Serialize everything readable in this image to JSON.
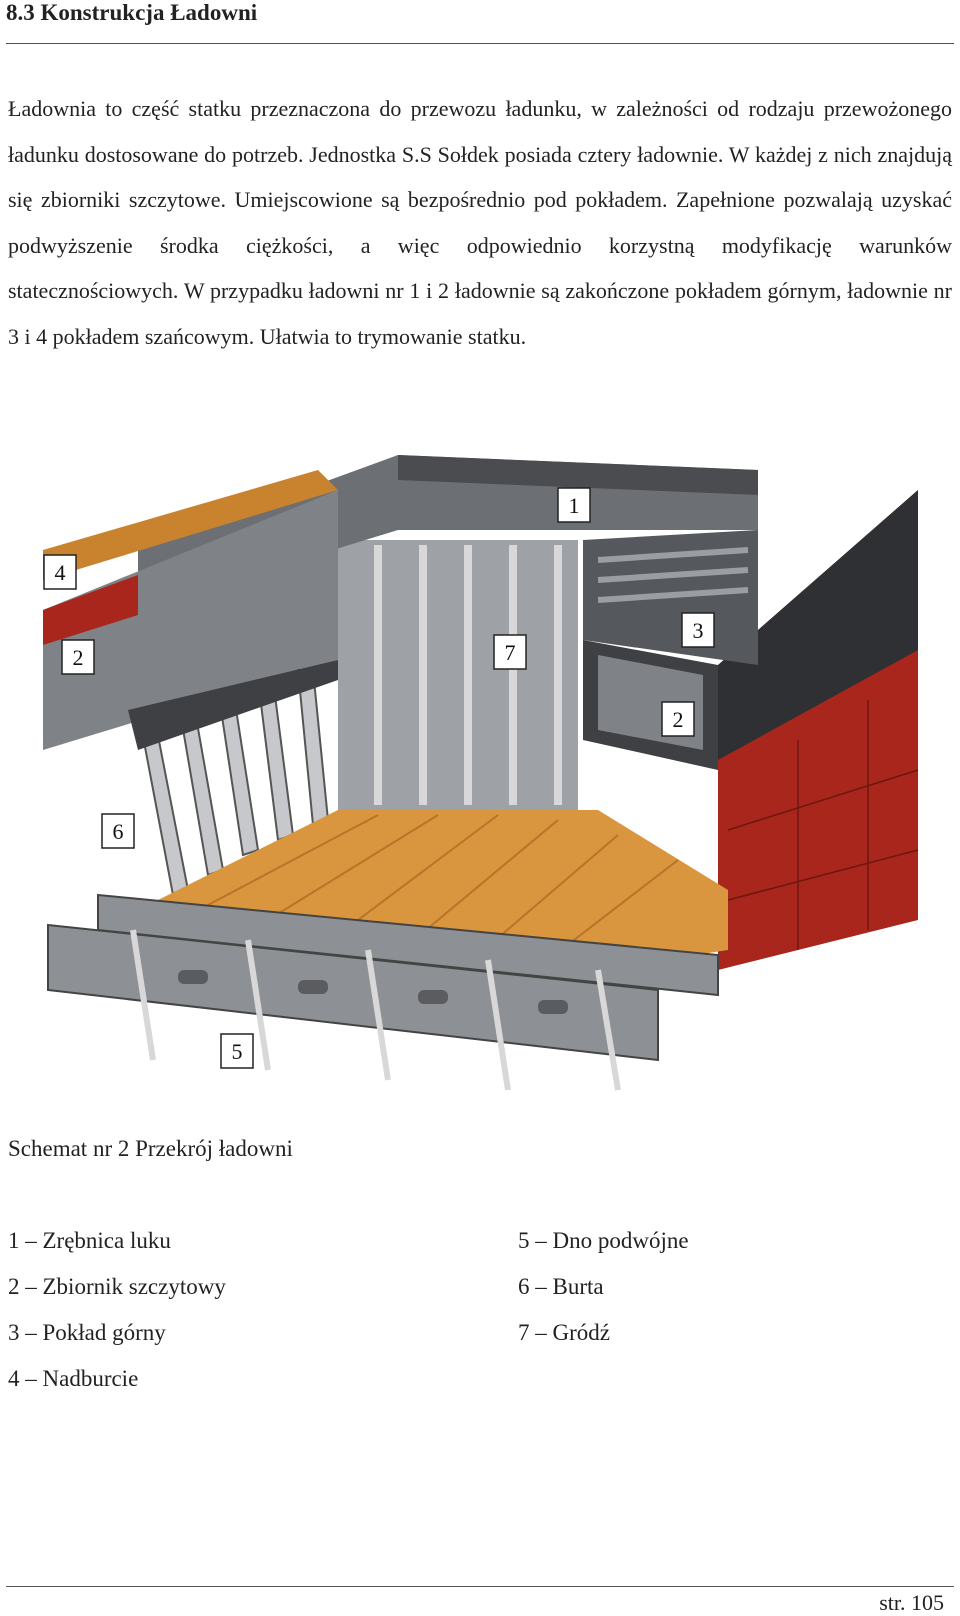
{
  "heading": "8.3 Konstrukcja Ładowni",
  "paragraph": "Ładownia to część statku przeznaczona do przewozu ładunku, w zależności od rodzaju przewożonego ładunku dostosowane do potrzeb. Jednostka S.S Sołdek posiada cztery ładownie. W każdej z nich znajdują się zbiorniki szczytowe. Umiejscowione są bezpośrednio pod pokładem. Zapełnione pozwalają uzyskać podwyższenie środka ciężkości, a więc odpowiednio korzystną modyfikację warunków statecznościowych. W przypadku ładowni nr 1 i 2 ładownie są zakończone pokładem górnym, ładownie nr 3 i 4 pokładem szańcowym. Ułatwia to trymowanie statku.",
  "figure": {
    "labels": [
      "1",
      "2",
      "3",
      "4",
      "5",
      "6",
      "7",
      "2"
    ]
  },
  "caption": "Schemat nr 2 Przekrój ładowni",
  "legend": {
    "left": [
      "1 – Zrębnica luku",
      "2 – Zbiornik szczytowy",
      "3 – Pokład górny",
      "4 – Nadburcie"
    ],
    "right": [
      "5 – Dno podwójne",
      "6 – Burta",
      "7 – Gródź"
    ]
  },
  "page_number": "str. 105",
  "colors": {
    "hull_red": "#a8261c",
    "floor_wood": "#d9963e",
    "steel_grey": "#8d9094",
    "dark_grey": "#4a4c50"
  }
}
